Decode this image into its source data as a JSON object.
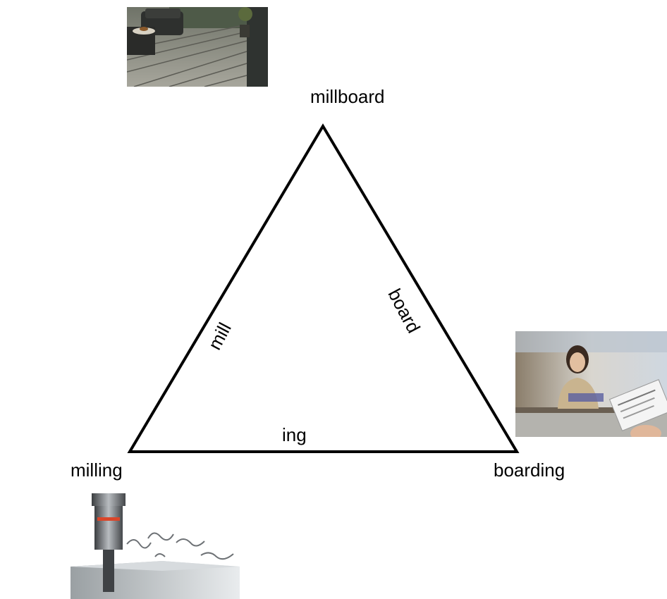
{
  "vertices": {
    "top": "millboard",
    "left": "milling",
    "right": "boarding"
  },
  "edges": {
    "left": "mill",
    "right": "board",
    "bottom": "ing"
  },
  "images": [
    {
      "depicts": "decking-patio-photo",
      "vertex": "millboard"
    },
    {
      "depicts": "airport-boarding-pass-photo",
      "vertex": "boarding"
    },
    {
      "depicts": "milling-cutter-photo",
      "vertex": "milling"
    }
  ],
  "colors": {
    "line": "#000000",
    "background": "#ffffff"
  }
}
